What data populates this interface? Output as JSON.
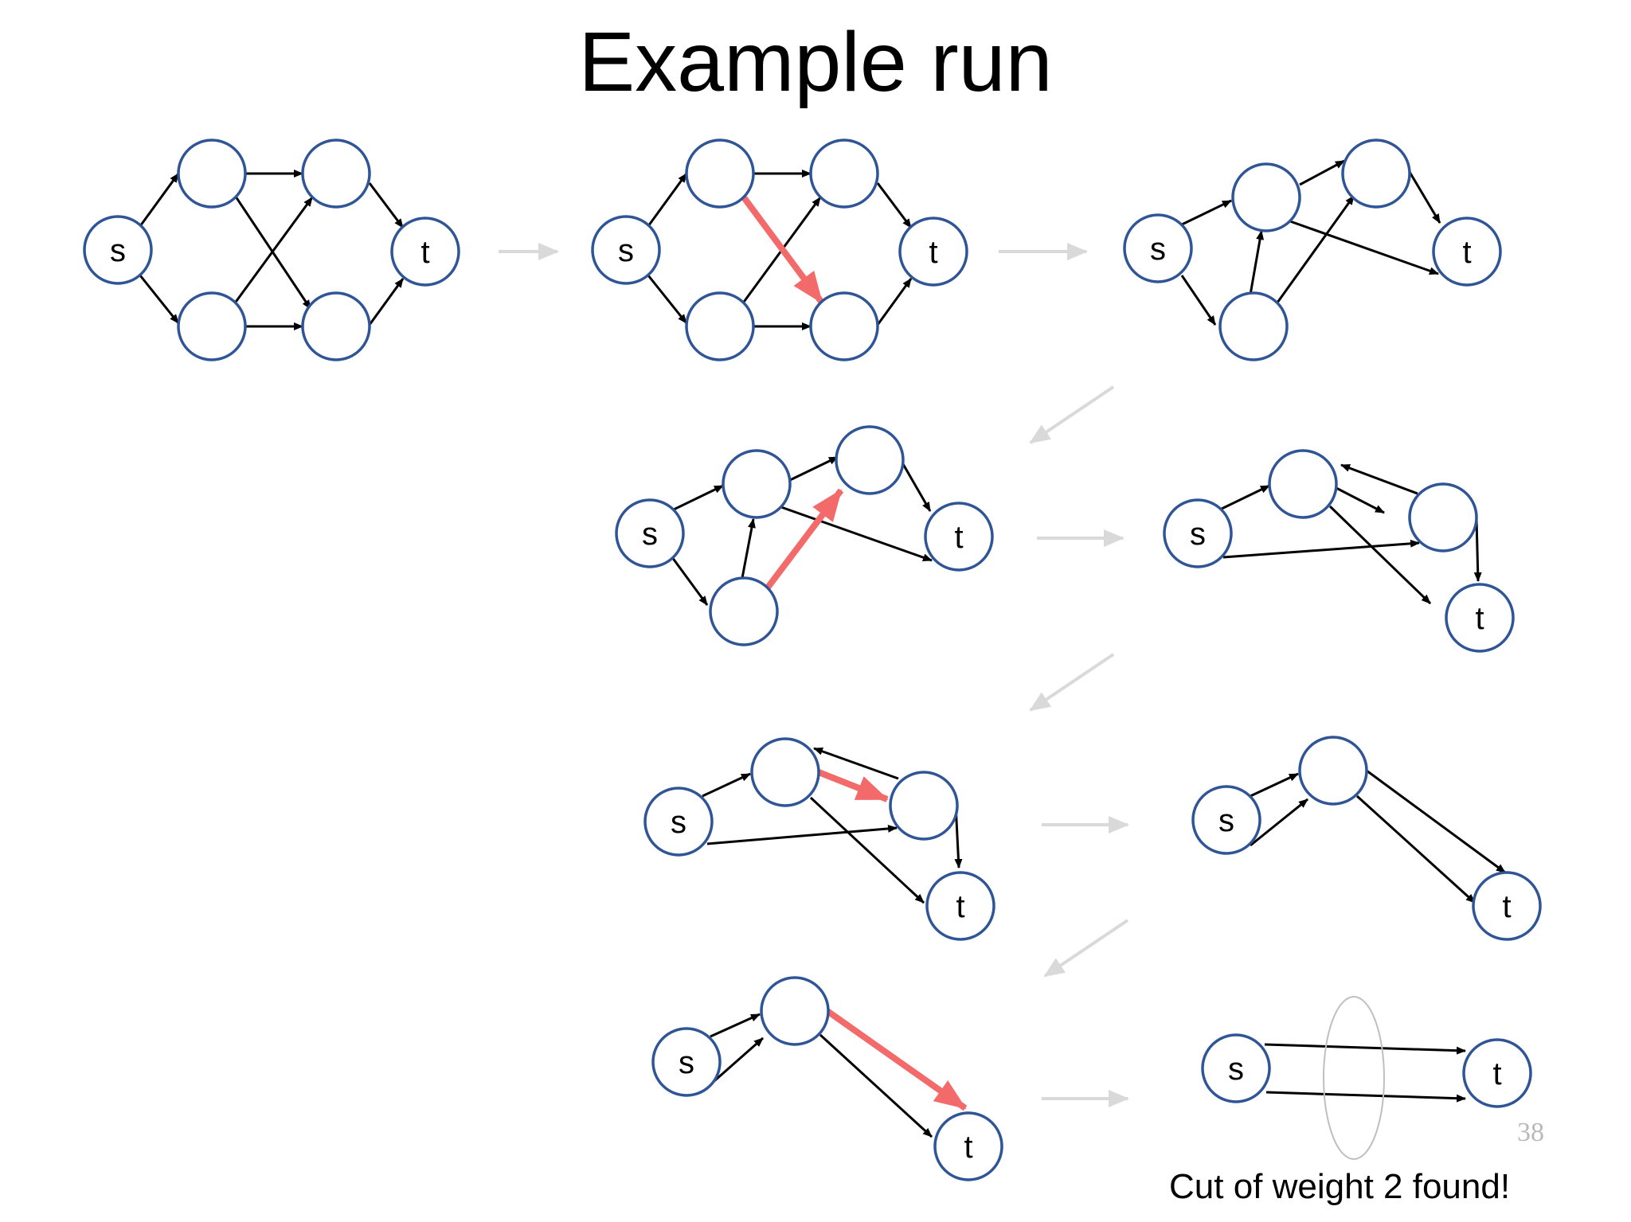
{
  "title": "Example run",
  "caption": "Cut of weight 2 found!",
  "slide_number": "38",
  "colors": {
    "node_stroke": "#2f5597",
    "edge": "#000000",
    "highlight_edge": "#f26a6a",
    "transition_arrow": "#d9d9d9",
    "cut_ellipse": "#bfbfbf"
  },
  "node_labels": {
    "source": "s",
    "sink": "t"
  },
  "steps": [
    "initial graph",
    "contract edge",
    "graph after contraction",
    "contract edge",
    "graph after contraction",
    "contract edge",
    "graph after contraction",
    "contract edge",
    "final two-node graph with cut"
  ]
}
